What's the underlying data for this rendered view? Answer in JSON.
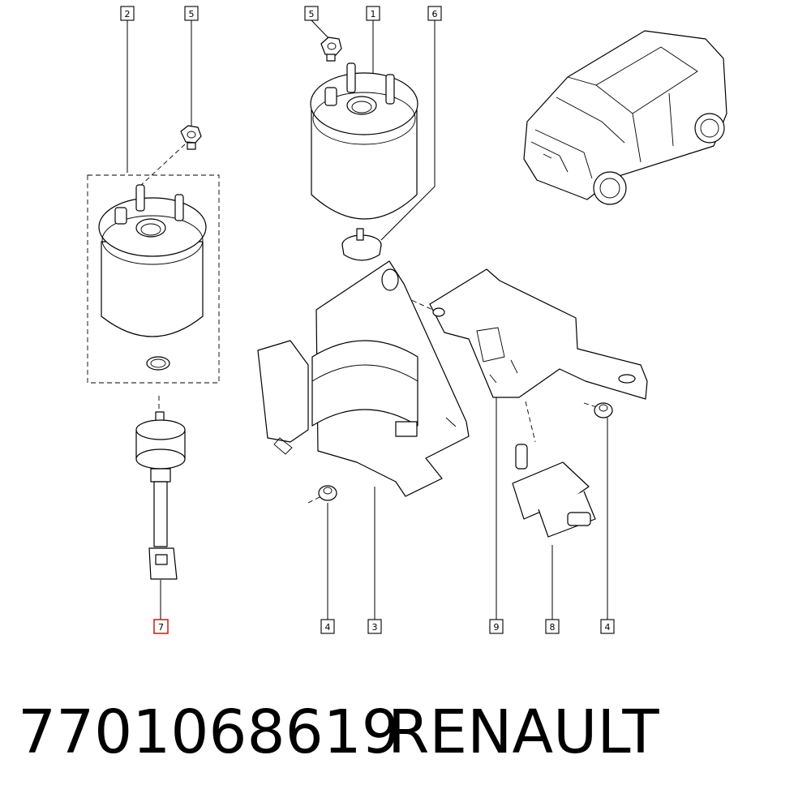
{
  "callouts": [
    {
      "id": "c2a",
      "label": "2"
    },
    {
      "id": "c5a",
      "label": "5"
    },
    {
      "id": "c5b",
      "label": "5"
    },
    {
      "id": "c1",
      "label": "1"
    },
    {
      "id": "c6",
      "label": "6"
    },
    {
      "id": "c7",
      "label": "7",
      "highlighted": true
    },
    {
      "id": "c4a",
      "label": "4"
    },
    {
      "id": "c3",
      "label": "3"
    },
    {
      "id": "c9",
      "label": "9"
    },
    {
      "id": "c8",
      "label": "8"
    },
    {
      "id": "c4b",
      "label": "4"
    }
  ],
  "caption": {
    "part_number": "7701068619",
    "brand": "RENAULT"
  },
  "colors": {
    "line": "#000000",
    "highlight": "#e0201b",
    "background": "#ffffff"
  }
}
